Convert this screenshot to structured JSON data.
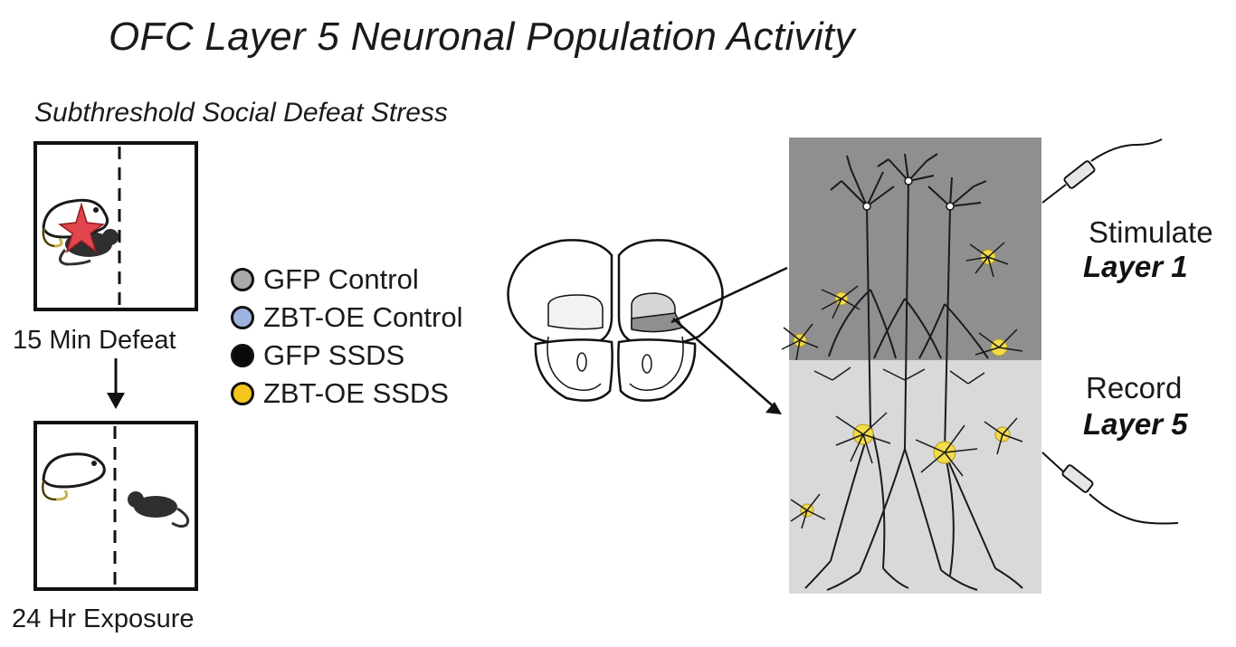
{
  "title": "OFC Layer 5 Neuronal Population Activity",
  "paradigm": {
    "label": "Subthreshold Social Defeat Stress",
    "step1": "15 Min Defeat",
    "step2": "24 Hr Exposure"
  },
  "legend": [
    {
      "label": "GFP Control",
      "color": "#a9a9a9"
    },
    {
      "label": "ZBT-OE Control",
      "color": "#9db3e0"
    },
    {
      "label": "GFP SSDS",
      "color": "#0a0a0a"
    },
    {
      "label": "ZBT-OE SSDS",
      "color": "#f6c51c"
    }
  ],
  "slice_labels": {
    "stim_verb": "Stimulate",
    "stim_layer": "Layer 1",
    "rec_verb": "Record",
    "rec_layer": "Layer 5"
  },
  "colors": {
    "layer1_bg": "#8f8f8f",
    "layer5_bg": "#d9d9d9",
    "neuron_soma": "#f3dc4a",
    "defeat_star": "#e2454c"
  }
}
